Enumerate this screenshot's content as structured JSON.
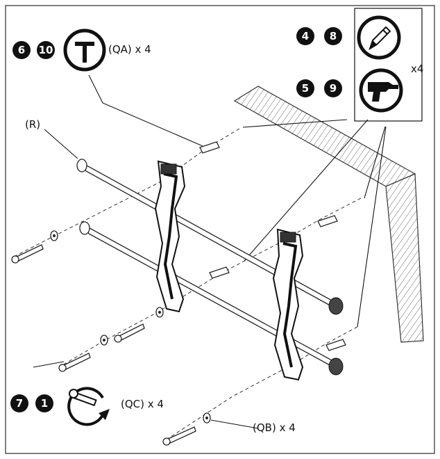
{
  "steps": {
    "qa_steps": [
      "6",
      "10"
    ],
    "marker_steps": [
      "4",
      "8"
    ],
    "drill_steps": [
      "5",
      "9"
    ],
    "qc_steps": [
      "7",
      "1"
    ]
  },
  "labels": {
    "qa": "(QA) x 4",
    "qb": "(QB) x 4",
    "qc": "(QC) x 4",
    "r": "(R)",
    "x4": "x4"
  },
  "icons": {
    "qa_tool": "hex-key-icon",
    "marker_tool": "pencil-icon",
    "drill_tool": "drill-icon",
    "qc_tool": "wrench-rotate-icon"
  }
}
